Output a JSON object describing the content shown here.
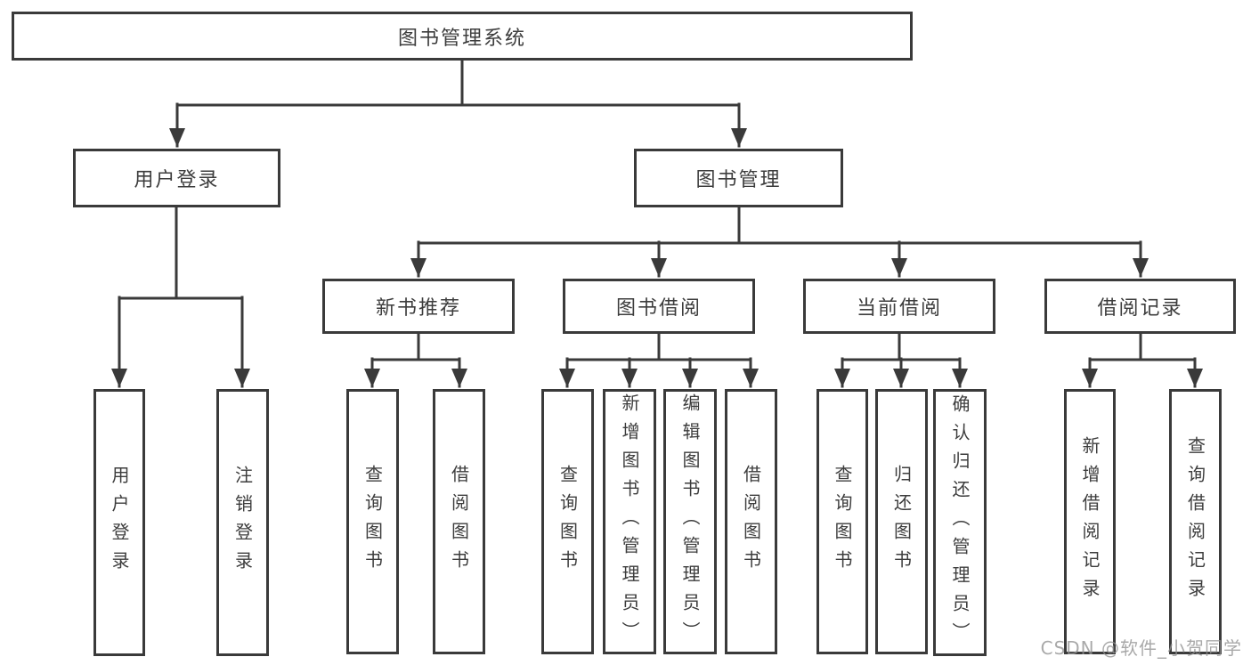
{
  "tree": {
    "root": {
      "label": "图书管理系统"
    },
    "branches": [
      {
        "label": "用户登录",
        "children": [
          {
            "label": "用户登录"
          },
          {
            "label": "注销登录"
          }
        ]
      },
      {
        "label": "图书管理",
        "children": [
          {
            "label": "新书推荐",
            "children": [
              {
                "label": "查询图书"
              },
              {
                "label": "借阅图书"
              }
            ]
          },
          {
            "label": "图书借阅",
            "children": [
              {
                "label": "查询图书"
              },
              {
                "label": "新增图书（管理员）"
              },
              {
                "label": "编辑图书（管理员）"
              },
              {
                "label": "借阅图书"
              }
            ]
          },
          {
            "label": "当前借阅",
            "children": [
              {
                "label": "查询图书"
              },
              {
                "label": "归还图书"
              },
              {
                "label": "确认归还（管理员）"
              }
            ]
          },
          {
            "label": "借阅记录",
            "children": [
              {
                "label": "新增借阅记录"
              },
              {
                "label": "查询借阅记录"
              }
            ]
          }
        ]
      }
    ]
  },
  "watermark": {
    "text": "CSDN @软件_小贺同学"
  },
  "colors": {
    "line": "#3a3a3a",
    "text": "#3d3d3d",
    "watermark": "#919191",
    "background": "#ffffff"
  }
}
